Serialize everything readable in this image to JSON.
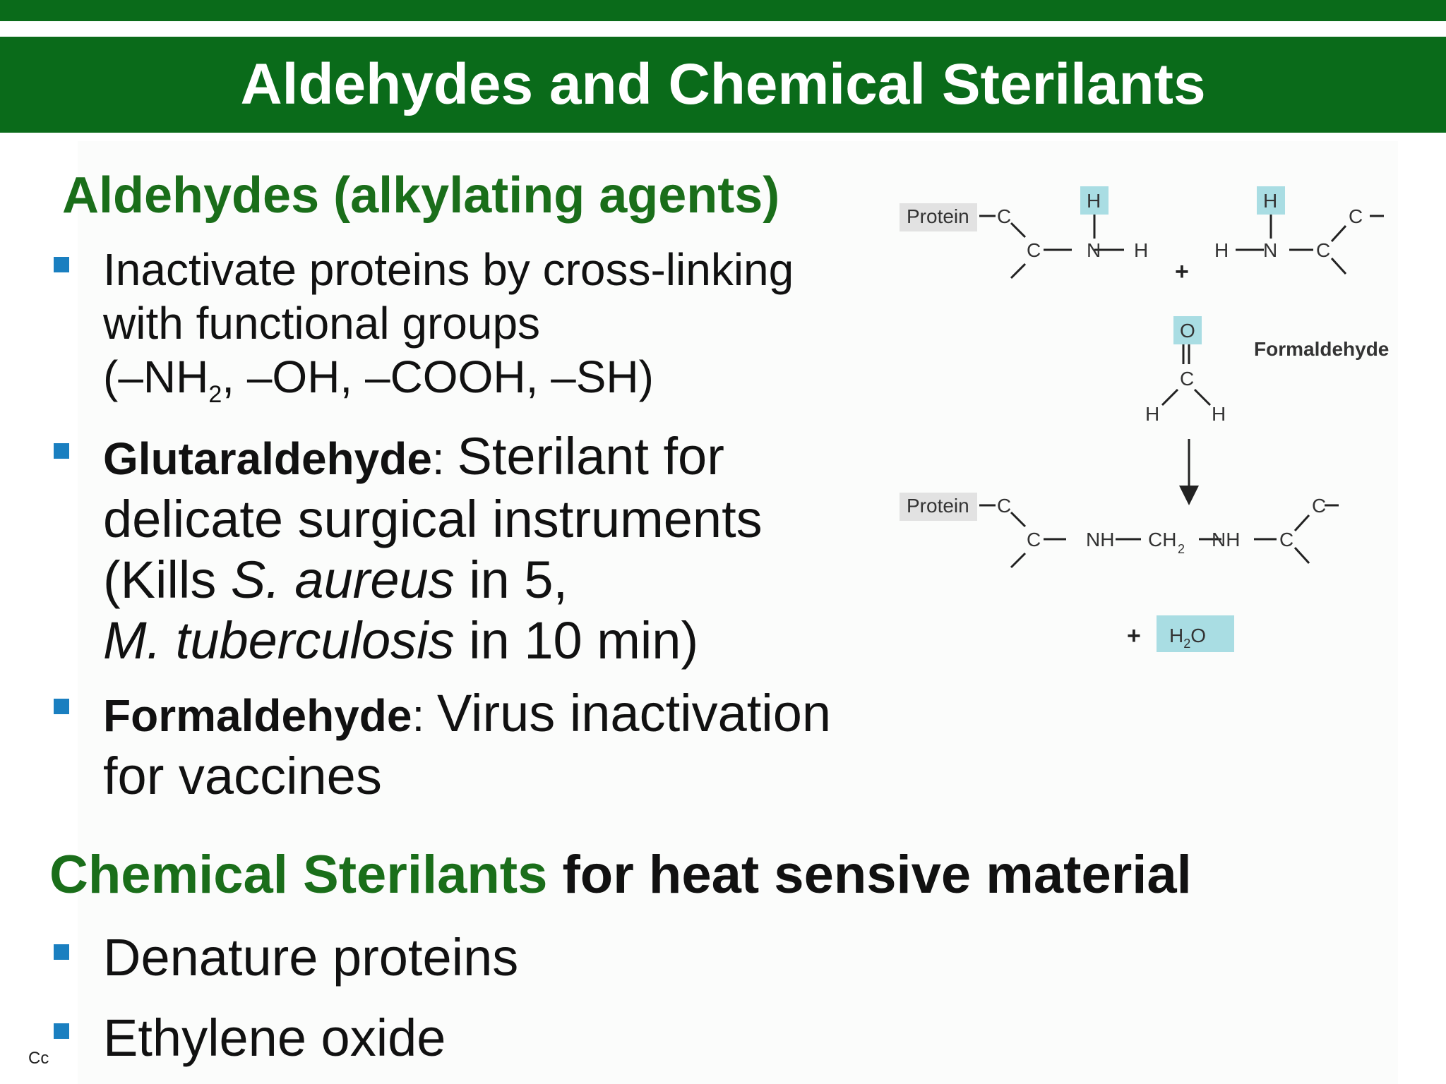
{
  "slide": {
    "title": "Aldehydes and Chemical Sterilants",
    "section1": {
      "heading": "Aldehydes (alkylating agents)",
      "bullet1": {
        "line1": "Inactivate proteins by cross-linking",
        "line2": "with functional groups",
        "line3a": "(–NH",
        "line3sub": "2",
        "line3b": ", –OH, –COOH, –SH)"
      },
      "bullet2": {
        "term": "Glutaraldehyde",
        "sep": ": ",
        "line1rest": "Sterilant for",
        "line2": "delicate surgical instruments",
        "line3a": "(Kills ",
        "line3i": "S. aureus",
        "line3b": " in 5,",
        "line4i": "M. tuberculosis",
        "line4b": " in 10 min)"
      },
      "bullet3": {
        "term": "Formaldehyde",
        "sep": ": ",
        "line1rest": "Virus inactivation",
        "line2": "for vaccines"
      }
    },
    "section2": {
      "heading_green": "Chemical Sterilants",
      "heading_rest": " for heat sensive material",
      "bullet1": "Denature proteins",
      "bullet2": "Ethylene oxide"
    },
    "footer": "Cc"
  },
  "diagram": {
    "protein_label": "Protein",
    "formaldehyde_label": "Formaldehyde",
    "atoms": {
      "C": "C",
      "N": "N",
      "H": "H",
      "O": "O",
      "NH": "NH",
      "CH": "CH",
      "sub2": "2",
      "dash": "—",
      "plus": "+"
    },
    "water": {
      "H": "H",
      "sub": "2",
      "O": "O"
    }
  },
  "colors": {
    "green": "#0a6b1a",
    "heading_green": "#1a6e1a",
    "bullet_blue": "#1a7fc0",
    "highlight_cyan": "#a9dde3",
    "protein_box": "#e2e2e2"
  }
}
